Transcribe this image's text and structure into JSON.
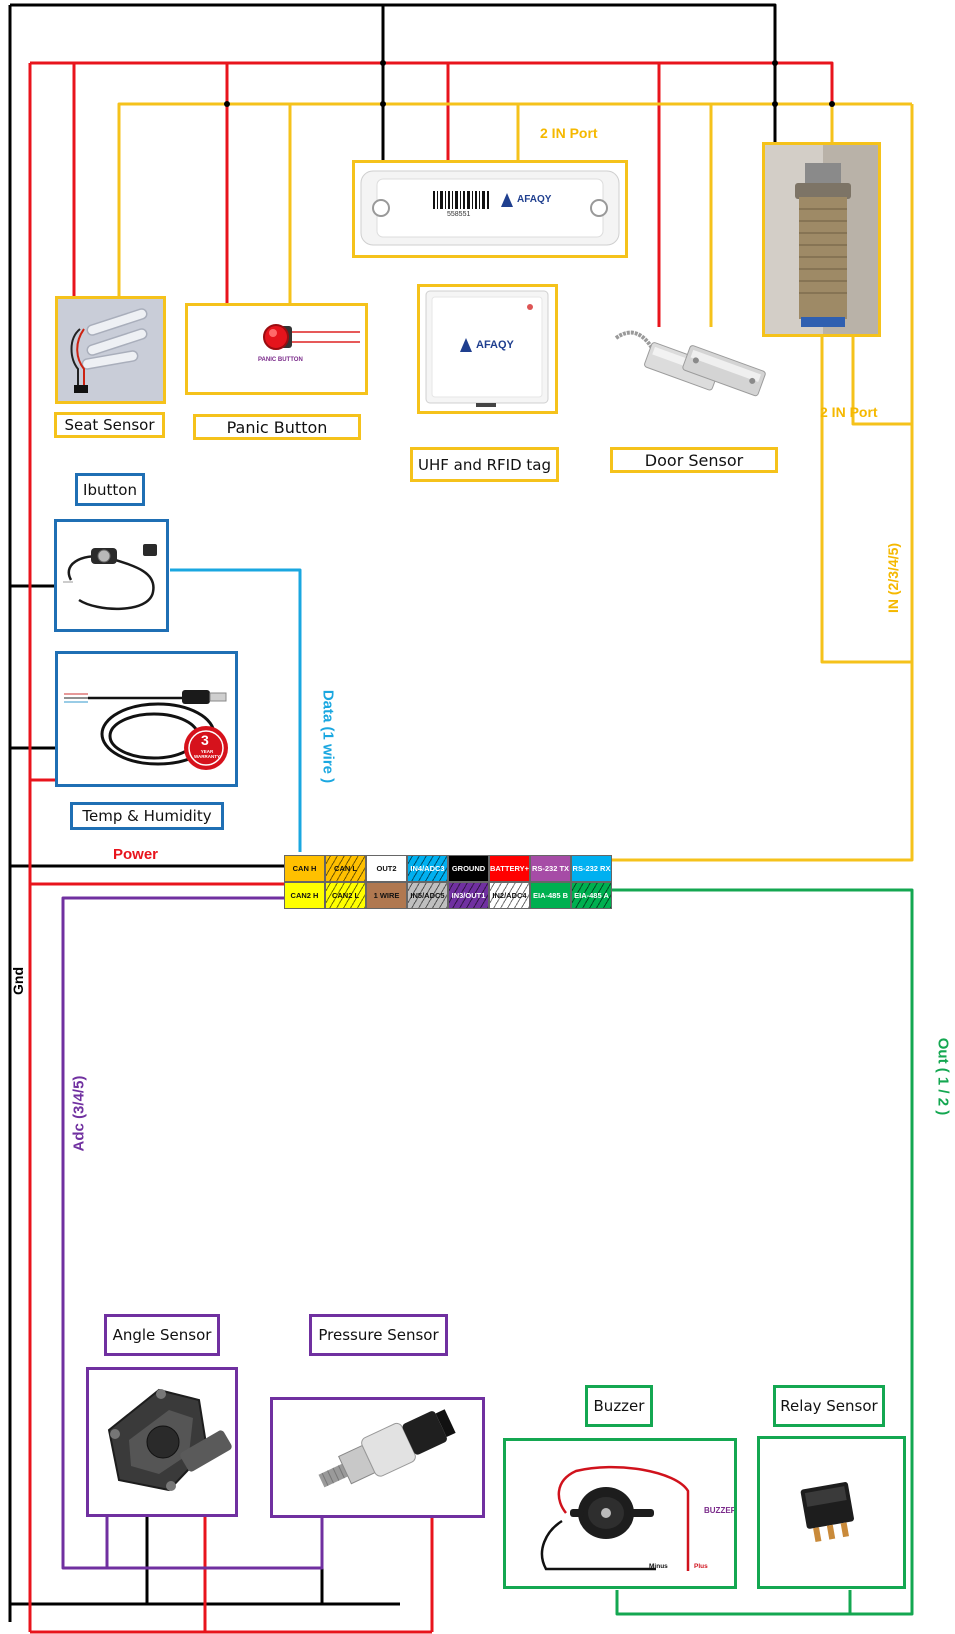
{
  "labels": {
    "seat_sensor": "Seat Sensor",
    "panic_button": "Panic Button",
    "uhf_rfid": "UHF and RFID tag",
    "door_sensor": "Door Sensor",
    "ibutton": "Ibutton",
    "temp_humidity": "Temp & Humidity",
    "angle_sensor": "Angle Sensor",
    "pressure_sensor": "Pressure Sensor",
    "buzzer": "Buzzer",
    "relay_sensor": "Relay Sensor"
  },
  "wire_labels": {
    "in_port_top": "2 IN Port",
    "in_port_right": "2 IN Port",
    "in_range": "IN (2/3/4/5)",
    "data_1wire": "Data (1 wire )",
    "power": "Power",
    "gnd": "Gnd",
    "adc": "Adc (3/4/5)",
    "out": "Out ( 1 / 2 )"
  },
  "device_text": {
    "brand": "AFAQY",
    "barcode_number": "558551",
    "panic_button_caption": "PANIC BUTTON",
    "warranty_number": "3",
    "warranty_text": "YEAR WARRANTY",
    "buzzer_caption": "BUZZER",
    "minus": "Minus",
    "plus": "Plus"
  },
  "terminal_block": {
    "top_row": [
      {
        "label": "CAN H",
        "color": "#ffc000",
        "hatched": false
      },
      {
        "label": "CAN L",
        "color": "#ffc000",
        "hatched": true
      },
      {
        "label": "OUT2",
        "color": "#ffffff",
        "hatched": false
      },
      {
        "label": "IN4/ADC3",
        "color": "#00b0f0",
        "hatched": true
      },
      {
        "label": "GROUND",
        "color": "#000000",
        "hatched": false
      },
      {
        "label": "BATTERY+",
        "color": "#ff0000",
        "hatched": false
      },
      {
        "label": "RS-232 TX",
        "color": "#a64ca6",
        "hatched": false
      },
      {
        "label": "RS-232 RX",
        "color": "#00b0f0",
        "hatched": false
      }
    ],
    "bottom_row": [
      {
        "label": "CAN2 H",
        "color": "#ffff00",
        "hatched": false
      },
      {
        "label": "CAN2 L",
        "color": "#ffff00",
        "hatched": true
      },
      {
        "label": "1 WIRE",
        "color": "#b07850",
        "hatched": false
      },
      {
        "label": "IN5/ADC5",
        "color": "#bfbfbf",
        "hatched": true
      },
      {
        "label": "IN3/OUT1",
        "color": "#7030a0",
        "hatched": true
      },
      {
        "label": "IN2/ADC4",
        "color": "#ffffff",
        "hatched": true
      },
      {
        "label": "EIA-485 B",
        "color": "#00b050",
        "hatched": false
      },
      {
        "label": "EIA-485 A",
        "color": "#00b050",
        "hatched": true
      }
    ]
  },
  "colors": {
    "ground": "#000000",
    "power": "#e8141c",
    "input": "#f5c21b",
    "data": "#1aa7e0",
    "adc": "#7030a0",
    "output": "#14a751",
    "box_blue": "#1f6fb4"
  }
}
